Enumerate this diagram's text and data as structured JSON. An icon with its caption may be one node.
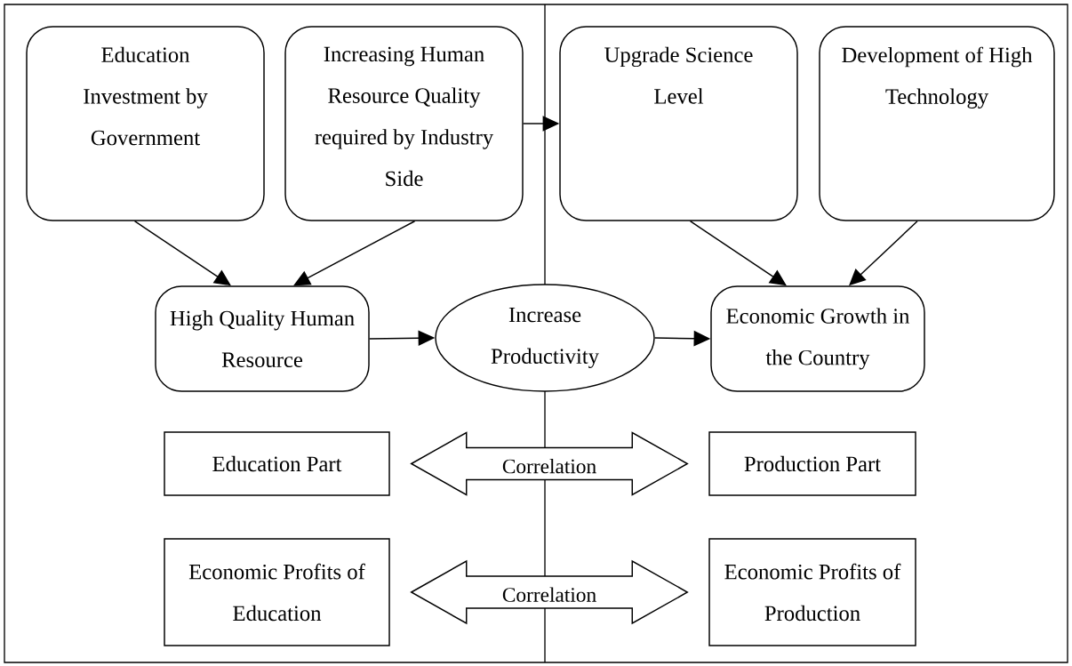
{
  "diagram": {
    "nodes": [
      {
        "text": [
          "Education Investment by Government"
        ]
      },
      {
        "text": [
          "Increasing Human Resource Quality required by Industry Side"
        ]
      },
      {
        "text": [
          "Upgrade Science Level"
        ]
      },
      {
        "text": [
          "Development of High Technology"
        ]
      },
      {
        "text": [
          "High Quality Human Resource"
        ]
      },
      {
        "text": [
          "Increase Productivity"
        ]
      },
      {
        "text": [
          "Economic Growth in the Country"
        ]
      },
      {
        "text": [
          "Education Part"
        ]
      },
      {
        "text": [
          "Production Part"
        ]
      },
      {
        "text": [
          "Economic Profits of Education"
        ]
      },
      {
        "text": [
          "Economic Profits of Production"
        ]
      }
    ],
    "edges": [
      {
        "from": 0,
        "to": 4,
        "arrow": "to"
      },
      {
        "from": 1,
        "to": 4,
        "arrow": "to"
      },
      {
        "from": 1,
        "to": 2,
        "arrow": "to"
      },
      {
        "from": 2,
        "to": 6,
        "arrow": "to"
      },
      {
        "from": 3,
        "to": 6,
        "arrow": "to"
      },
      {
        "from": 4,
        "to": 5,
        "arrow": "to"
      },
      {
        "from": 5,
        "to": 6,
        "arrow": "to"
      },
      {
        "from": 7,
        "to": 8,
        "arrow": "both",
        "label": "Correlation",
        "style": "thick"
      },
      {
        "from": 9,
        "to": 10,
        "arrow": "both",
        "label": "Correlation",
        "style": "thick"
      }
    ]
  }
}
